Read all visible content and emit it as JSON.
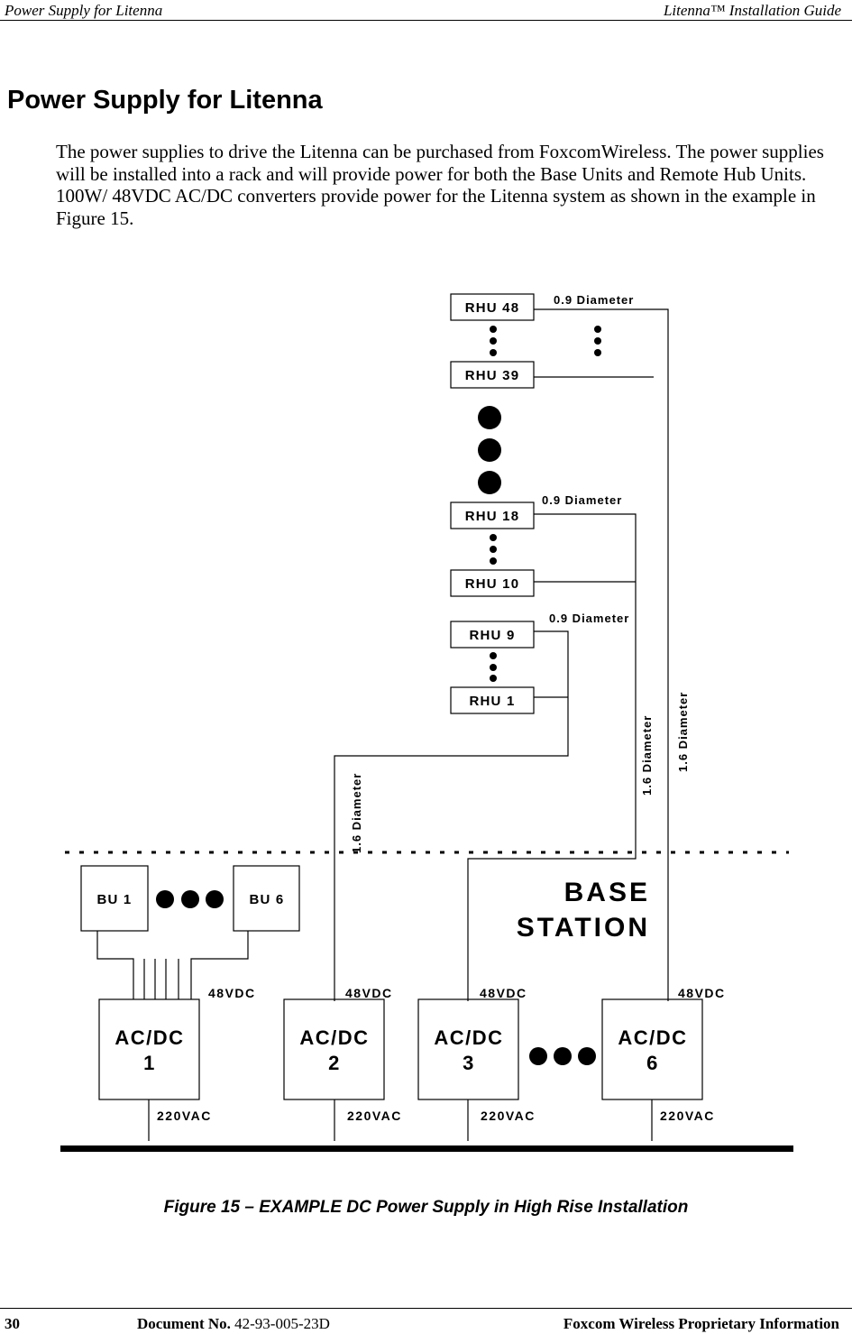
{
  "header": {
    "left": "Power Supply for Litenna",
    "right": "Litenna™ Installation Guide"
  },
  "title": "Power Supply for Litenna",
  "paragraphs": [
    "The power supplies to drive the Litenna can be purchased from FoxcomWireless. The power supplies will be installed into a rack and will provide power for both the Base Units and Remote Hub Units.",
    "100W/ 48VDC AC/DC converters provide power for the Litenna system as shown in the example in Figure 15."
  ],
  "figure": {
    "rhu": [
      "RHU 48",
      "RHU 39",
      "RHU 18",
      "RHU 10",
      "RHU 9",
      "RHU 1"
    ],
    "thin_cable": "0.9 Diameter",
    "thick_cable": "1.6 Diameter",
    "base_station": [
      "BASE",
      "STATION"
    ],
    "bu": [
      "BU 1",
      "BU 6"
    ],
    "converters": [
      {
        "line1": "AC/DC",
        "line2": "1"
      },
      {
        "line1": "AC/DC",
        "line2": "2"
      },
      {
        "line1": "AC/DC",
        "line2": "3"
      },
      {
        "line1": "AC/DC",
        "line2": "6"
      }
    ],
    "dc_label": "48VDC",
    "ac_label": "220VAC"
  },
  "caption": "Figure 15 – EXAMPLE DC Power Supply in High Rise Installation",
  "footer": {
    "page": "30",
    "doc_label": "Document No.",
    "doc_number": "42-93-005-23D",
    "right": "Foxcom Wireless Proprietary Information"
  }
}
